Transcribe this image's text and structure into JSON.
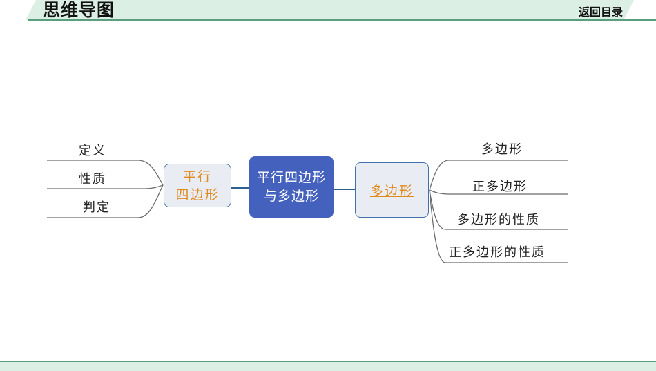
{
  "header": {
    "title": "思维导图",
    "return_label": "返回目录",
    "accent_color": "#5a9e7d",
    "bar_color": "#dcefe5"
  },
  "diagram": {
    "center": {
      "line1": "平行四边形",
      "line2": "与多边形",
      "color": "#4462bd"
    },
    "left_branch": {
      "line1": "平行",
      "line2": "四边形",
      "items": [
        "定义",
        "性质",
        "判定"
      ]
    },
    "right_branch": {
      "label": "多边形",
      "items": [
        "多边形",
        "正多边形",
        "多边形的性质",
        "正多边形的性质"
      ]
    },
    "link_color": "#e08a1e"
  }
}
